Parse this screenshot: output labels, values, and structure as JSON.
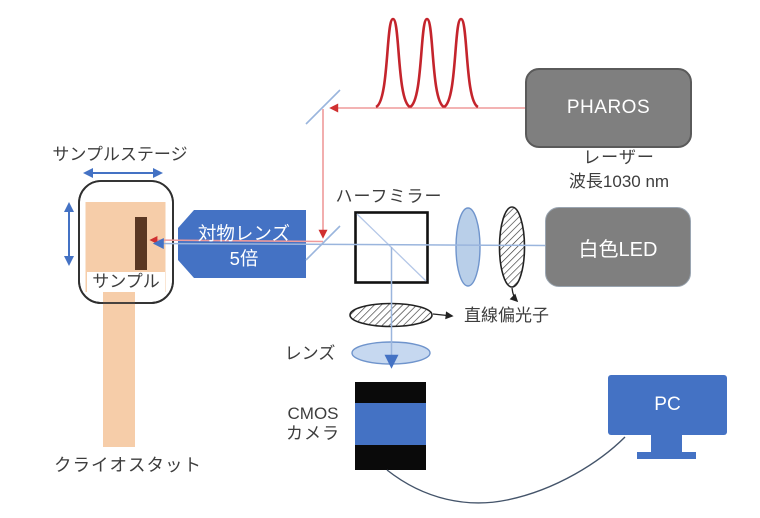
{
  "diagram_title": "optical pump-probe microscope setup",
  "labels": {
    "sample_stage": "サンプルステージ",
    "sample": "サンプル",
    "cryostat": "クライオスタット",
    "objective_line1": "対物レンズ",
    "objective_line2": "5倍",
    "half_mirror": "ハーフミラー",
    "pharos": "PHAROS",
    "laser_line1": "レーザー",
    "laser_line2": "波長1030 nm",
    "white_led": "白色LED",
    "linear_polarizer": "直線偏光子",
    "lens": "レンズ",
    "cmos_line1": "CMOS",
    "cmos_line2": "カメラ",
    "pc": "PC"
  },
  "colors": {
    "accent_blue": "#4472C4",
    "device_gray": "#7f7f7f",
    "pulse_red": "#c4242c",
    "beam_red": "#ef9a9a",
    "beam_blue": "#9ab5dd",
    "lens_fill": "#b9cfe9",
    "cryostat_peach": "#F6CDA9",
    "sample_brown": "#5a3722",
    "cable_slate": "#44546A",
    "text_dark": "#3d3d3d"
  }
}
